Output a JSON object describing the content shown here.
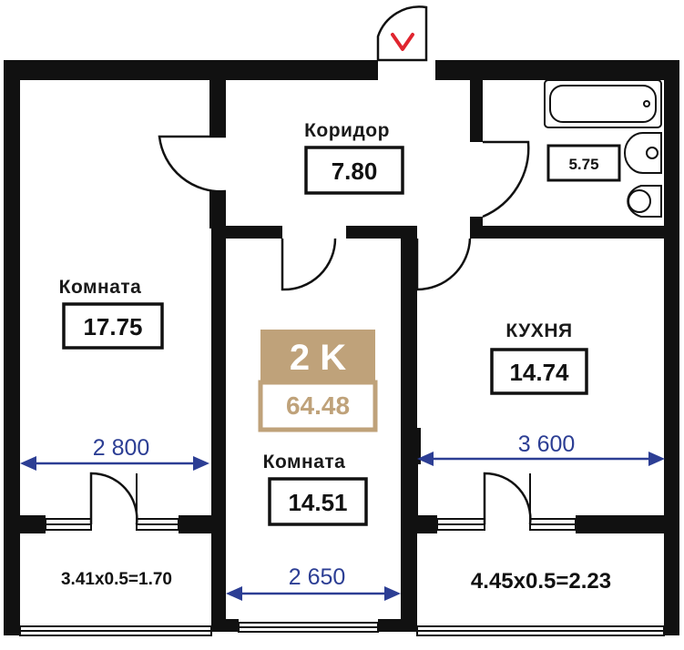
{
  "compass": {
    "mark": "V",
    "color": "#e0252f"
  },
  "badge": {
    "type": "2 K",
    "total_area": "64.48",
    "color": "#bfa27a"
  },
  "rooms": {
    "corridor": {
      "name": "Коридор",
      "area": "7.80"
    },
    "bathroom": {
      "area": "5.75"
    },
    "room_left": {
      "name": "Комната",
      "area": "17.75"
    },
    "room_center": {
      "name": "Комната",
      "area": "14.51"
    },
    "kitchen": {
      "name": "КУХНЯ",
      "area": "14.74"
    },
    "balcony_left": {
      "area": "3.41x0.5=1.70"
    },
    "balcony_right": {
      "area": "4.45x0.5=2.23"
    }
  },
  "dimensions": {
    "left": "2 800",
    "right": "3 600",
    "center": "2 650"
  },
  "colors": {
    "wall": "#111111",
    "dimension": "#2c3e94"
  }
}
